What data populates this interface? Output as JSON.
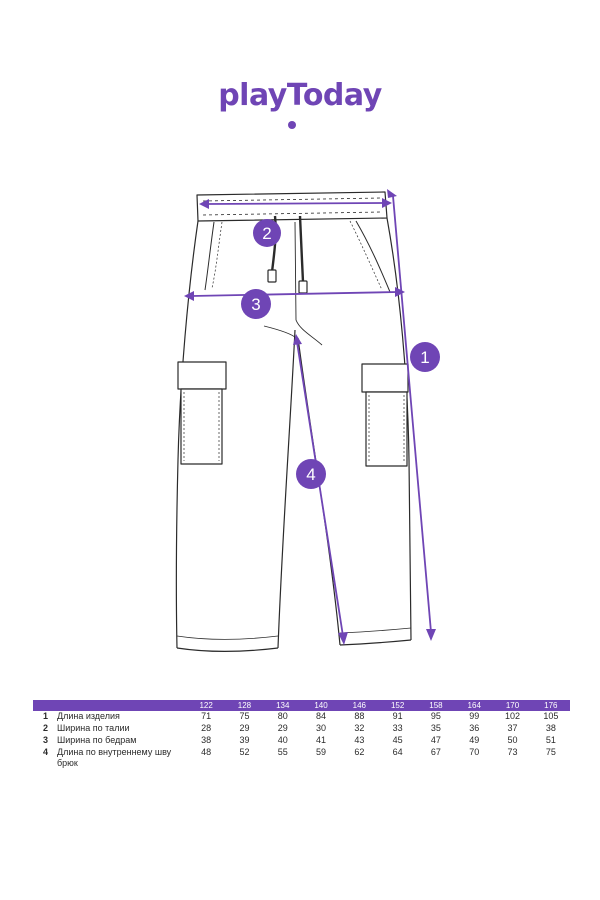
{
  "brand": {
    "logo_text": "playToday",
    "accent_color": "#6f45b5"
  },
  "diagram": {
    "badges": [
      "1",
      "2",
      "3",
      "4"
    ]
  },
  "size_table": {
    "sizes": [
      "122",
      "128",
      "134",
      "140",
      "146",
      "152",
      "158",
      "164",
      "170",
      "176"
    ],
    "rows": [
      {
        "num": "1",
        "label": "Длина изделия",
        "values": [
          "71",
          "75",
          "80",
          "84",
          "88",
          "91",
          "95",
          "99",
          "102",
          "105"
        ]
      },
      {
        "num": "2",
        "label": "Ширина по талии",
        "values": [
          "28",
          "29",
          "29",
          "30",
          "32",
          "33",
          "35",
          "36",
          "37",
          "38"
        ]
      },
      {
        "num": "3",
        "label": "Ширина по бедрам",
        "values": [
          "38",
          "39",
          "40",
          "41",
          "43",
          "45",
          "47",
          "49",
          "50",
          "51"
        ]
      },
      {
        "num": "4",
        "label": "Длина по внутреннему шву брюк",
        "values": [
          "48",
          "52",
          "55",
          "59",
          "62",
          "64",
          "67",
          "70",
          "73",
          "75"
        ]
      }
    ]
  }
}
